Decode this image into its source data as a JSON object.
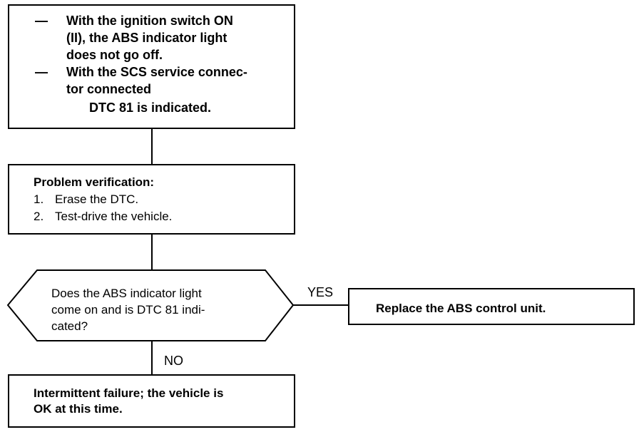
{
  "start_box": {
    "bullet1": [
      "With the ignition switch ON",
      "(II), the ABS indicator light",
      "does not go off."
    ],
    "bullet2": [
      "With the SCS service connec-",
      "tor connected"
    ],
    "result": "DTC 81 is indicated.",
    "dash": "—"
  },
  "verification_box": {
    "title": "Problem verification:",
    "steps": [
      {
        "num": "1.",
        "text": "Erase the DTC."
      },
      {
        "num": "2.",
        "text": "Test-drive the vehicle."
      }
    ]
  },
  "decision": {
    "lines": [
      "Does the ABS indicator light",
      "come on and is DTC 81 indi-",
      "cated?"
    ],
    "yes_label": "YES",
    "no_label": "NO"
  },
  "yes_box": {
    "text": "Replace the ABS control unit."
  },
  "no_box": {
    "lines": [
      "Intermittent failure; the vehicle is",
      "OK at this time."
    ]
  }
}
